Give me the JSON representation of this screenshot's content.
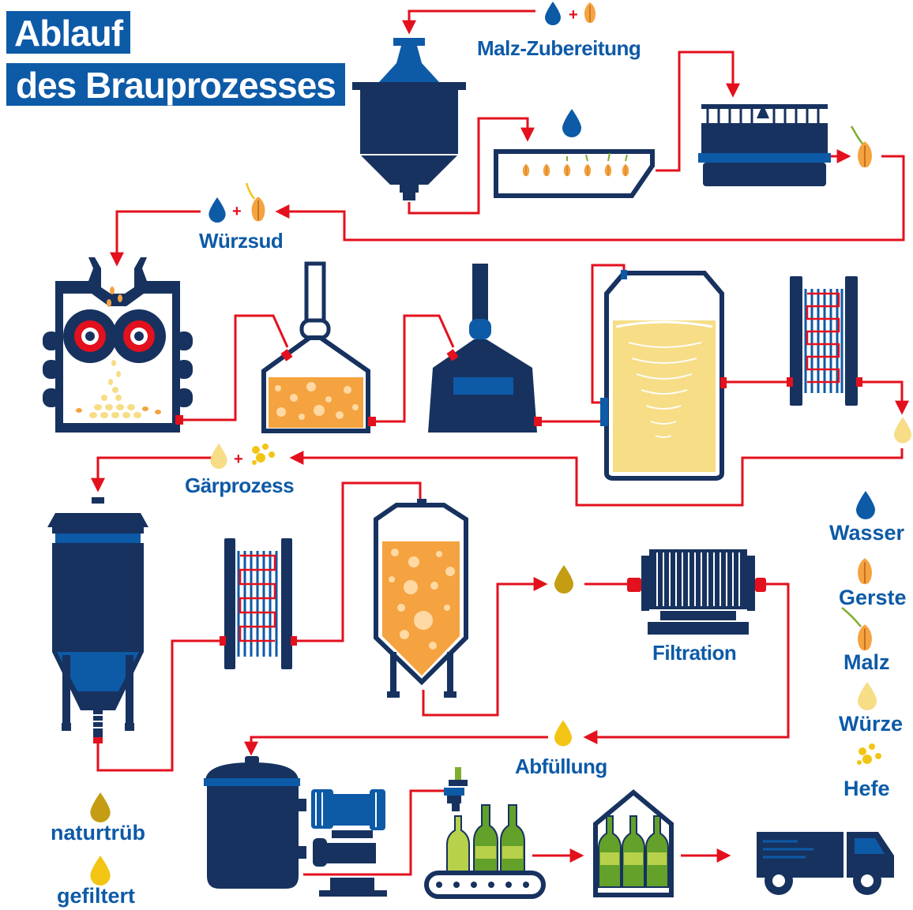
{
  "title": {
    "line1": "Ablauf",
    "line2": "des Brauprozesses"
  },
  "steps": {
    "malt": "Malz-Zubereitung",
    "wort": "Würzsud",
    "fermentation": "Gärprozess",
    "filtration": "Filtration",
    "bottling": "Abfüllung"
  },
  "plus": "+",
  "legend": {
    "water": "Wasser",
    "barley": "Gerste",
    "malt": "Malz",
    "wort": "Würze",
    "yeast": "Hefe"
  },
  "beer_types": {
    "cloudy": "naturtrüb",
    "filtered": "gefiltert"
  },
  "colors": {
    "navy": "#17325f",
    "blue": "#0d5aa7",
    "red": "#e3101d",
    "orange": "#f4a340",
    "foam": "#ffd9a3",
    "wort": "#f6dd86",
    "filtered": "#f2c514",
    "cloudy": "#c49d12",
    "bottle": "#63a12a"
  },
  "icons": [
    "water-drop-icon",
    "barley-grain-icon",
    "malt-grain-icon",
    "wort-drop-icon",
    "yeast-icon",
    "cloudy-beer-drop-icon",
    "filtered-beer-drop-icon",
    "truck-icon",
    "bottle-icon"
  ]
}
